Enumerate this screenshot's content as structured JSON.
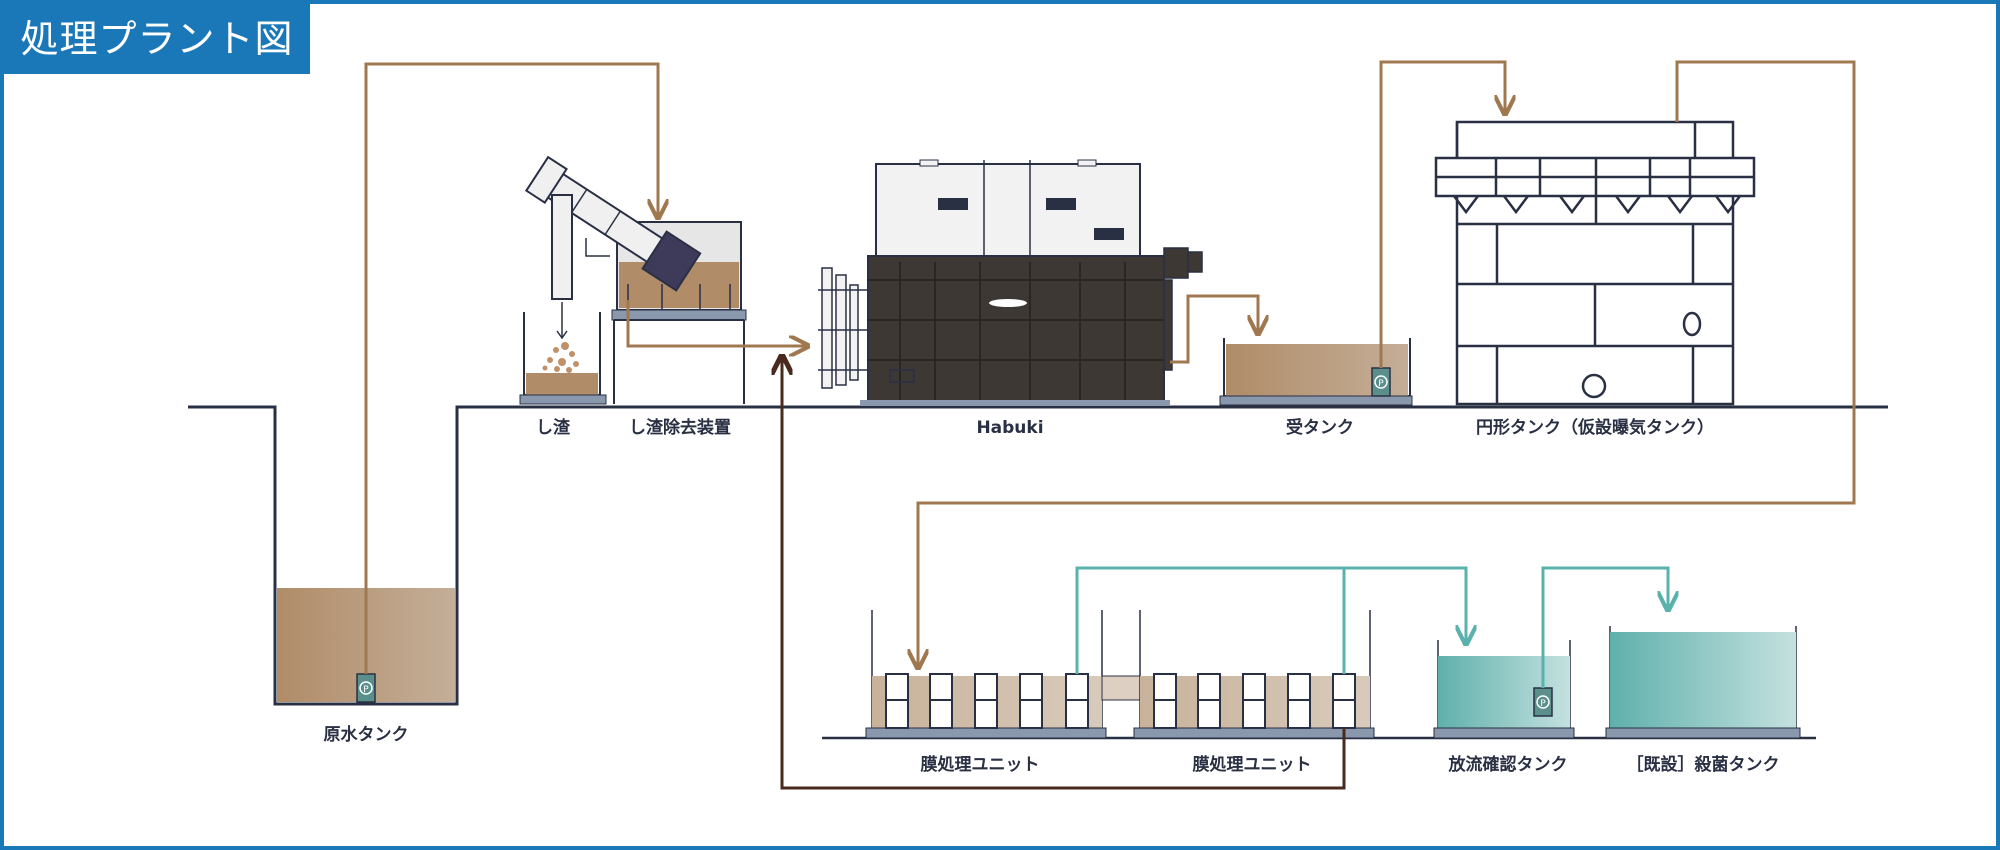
{
  "title": "処理プラント図",
  "labels": {
    "raw_tank": "原水タンク",
    "screenings": "し渣",
    "screen_device": "し渣除去装置",
    "habuki": "Habuki",
    "receiving_tank": "受タンク",
    "circular_tank": "円形タンク（仮設曝気タンク）",
    "membrane_unit_1": "膜処理ユニット",
    "membrane_unit_2": "膜処理ユニット",
    "discharge_tank": "放流確認タンク",
    "sterilization_tank": "［既設］殺菌タンク"
  },
  "pump_symbol": "P",
  "colors": {
    "frame": "#1a78b8",
    "structure": "#2a3044",
    "flow_brown": "#a07850",
    "flow_teal": "#5ab2ac",
    "return_dark": "#4a2a1c",
    "machine": "#3d3833",
    "sludge": "#b08c68",
    "clear_water": "#7fc0bc"
  }
}
